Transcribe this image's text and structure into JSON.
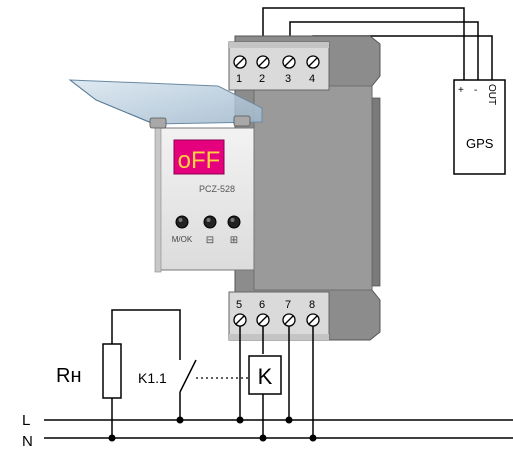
{
  "device": {
    "model": "PCZ-528",
    "display": "oFF",
    "buttons": {
      "mok": "M/OK",
      "minus": "⊟",
      "plus": "⊞"
    }
  },
  "terminals": {
    "top": [
      "1",
      "2",
      "3",
      "4"
    ],
    "bottom": [
      "5",
      "6",
      "7",
      "8"
    ]
  },
  "gps": {
    "title": "GPS",
    "plus": "+",
    "minus": "-",
    "out": "OUT"
  },
  "circuit": {
    "load": "Rн",
    "contact": "K1.1",
    "relay": "K",
    "line_l": "L",
    "line_n": "N"
  },
  "colors": {
    "display_bg": "#e5007e",
    "display_text": "#ffd23f",
    "housing_dark": "#8c8c8c",
    "panel_light": "#e8e8e8",
    "cover_blue": "#b0c8dc"
  }
}
